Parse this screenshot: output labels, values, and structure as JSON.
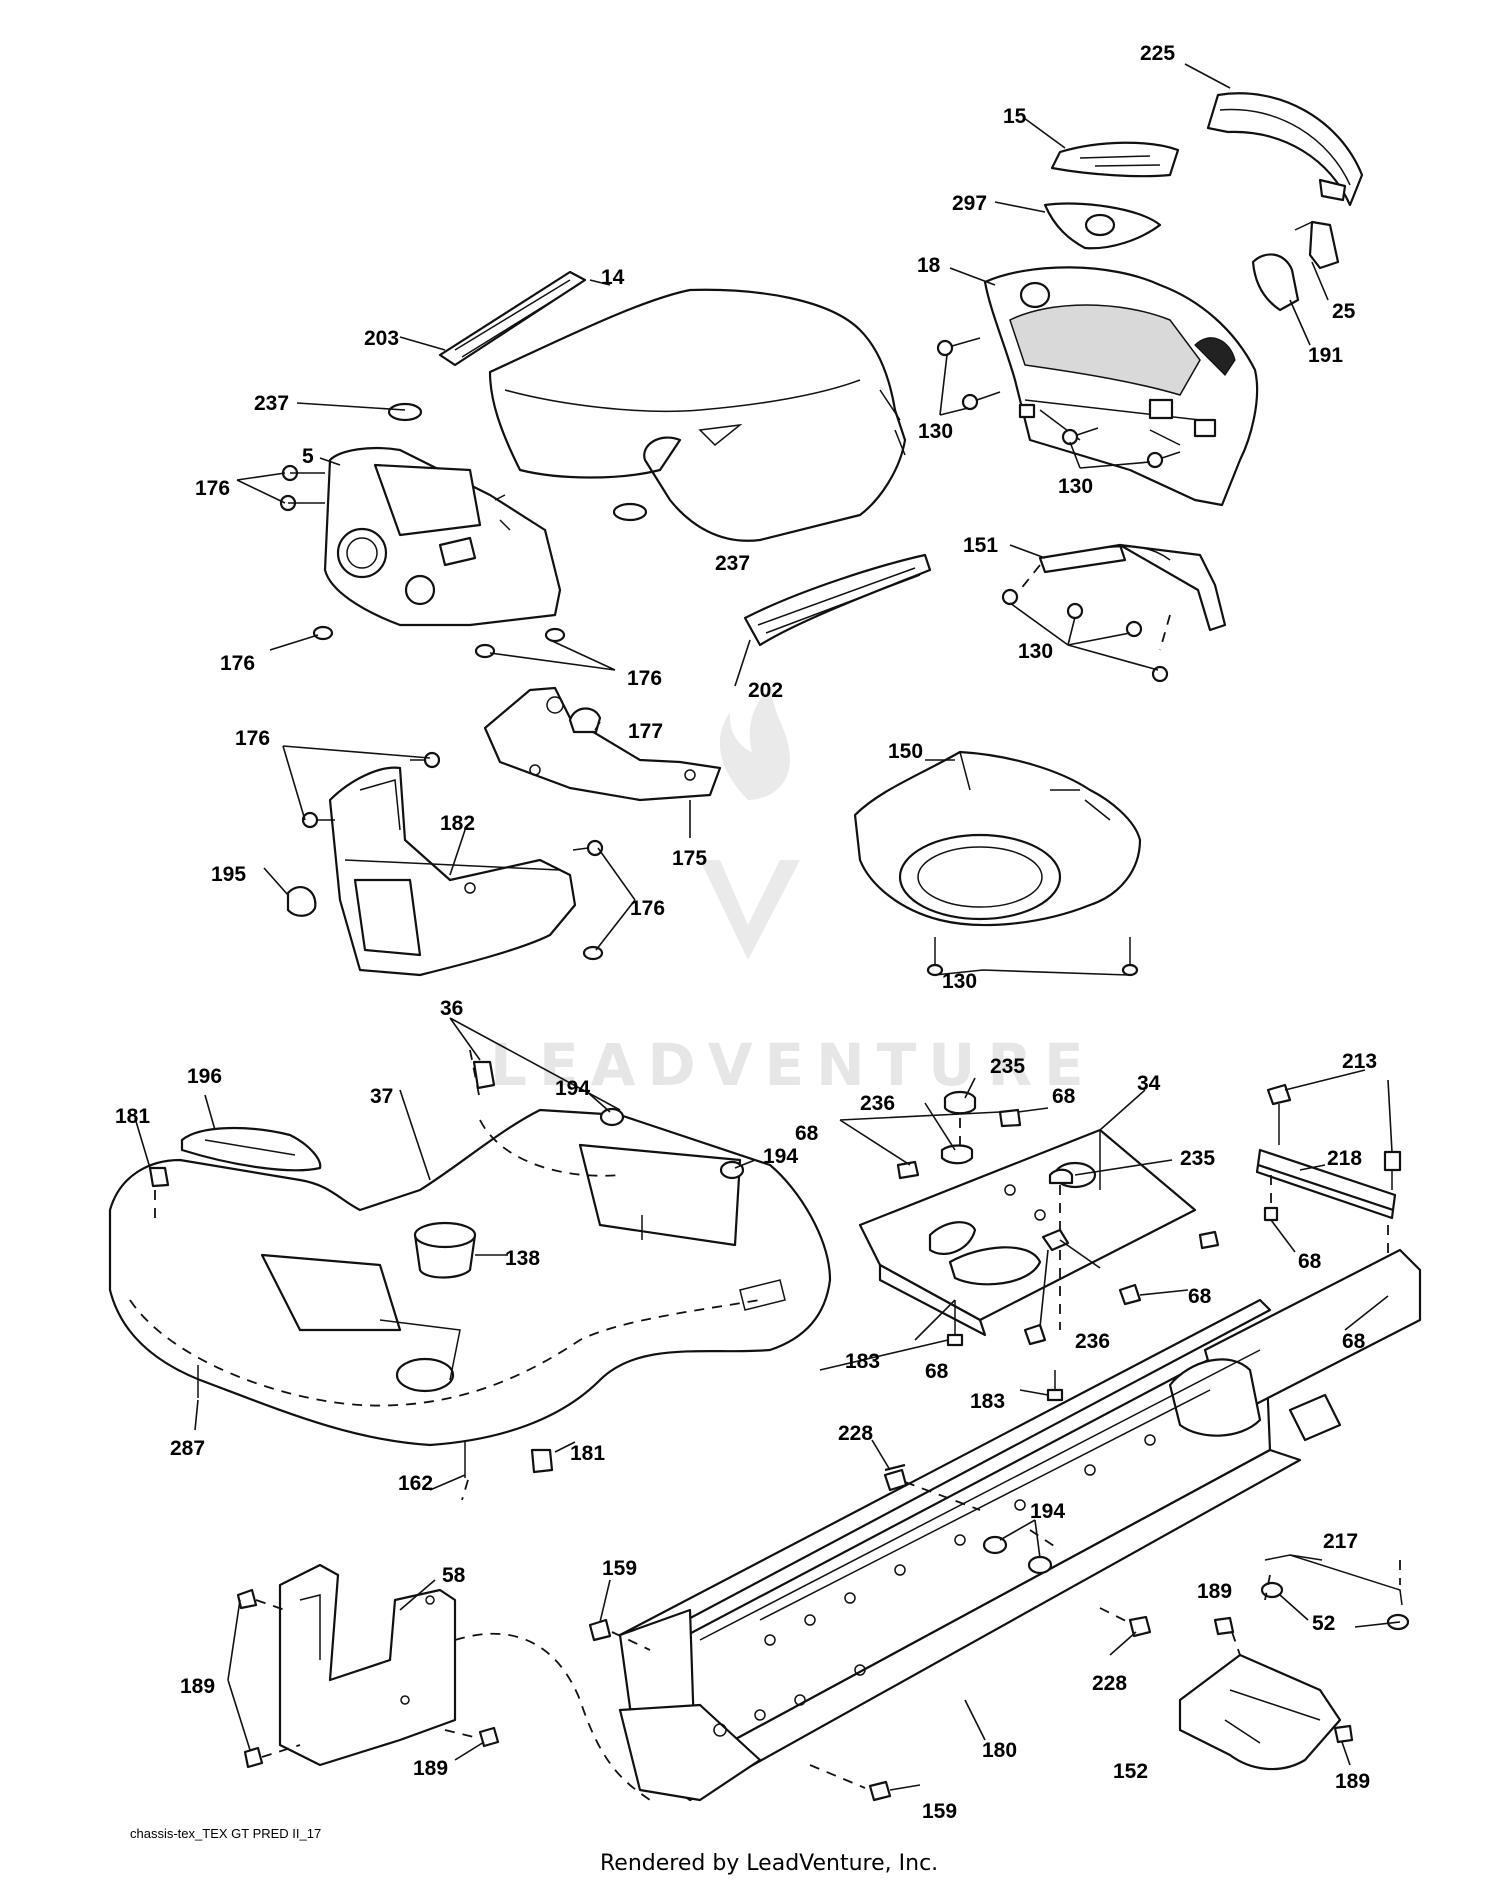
{
  "diagram": {
    "callouts": {
      "c225": "225",
      "c15": "15",
      "c297": "297",
      "c18": "18",
      "c25": "25",
      "c191": "191",
      "c14": "14",
      "c203": "203",
      "c237a": "237",
      "c237b": "237",
      "c5": "5",
      "c176a": "176",
      "c176b": "176",
      "c176c": "176",
      "c176d": "176",
      "c176e": "176",
      "c130a": "130",
      "c130b": "130",
      "c130c": "130",
      "c130d": "130",
      "c151": "151",
      "c202": "202",
      "c177": "177",
      "c175": "175",
      "c150": "150",
      "c182": "182",
      "c195": "195",
      "c36": "36",
      "c196": "196",
      "c37": "37",
      "c194a": "194",
      "c194b": "194",
      "c194c": "194",
      "c181a": "181",
      "c181b": "181",
      "c138": "138",
      "c287": "287",
      "c162": "162",
      "c235a": "235",
      "c235b": "235",
      "c236a": "236",
      "c236b": "236",
      "c68a": "68",
      "c68b": "68",
      "c68c": "68",
      "c68d": "68",
      "c68e": "68",
      "c68f": "68",
      "c34": "34",
      "c183a": "183",
      "c183b": "183",
      "c213": "213",
      "c218": "218",
      "c228a": "228",
      "c228b": "228",
      "c217": "217",
      "c52": "52",
      "c159a": "159",
      "c159b": "159",
      "c58": "58",
      "c189a": "189",
      "c189b": "189",
      "c189c": "189",
      "c189d": "189",
      "c180": "180",
      "c152": "152"
    },
    "drawing_code": "chassis-tex_TEX GT PRED II_17",
    "watermark": "LEADVENTURE",
    "credit": "Rendered by LeadVenture, Inc."
  }
}
